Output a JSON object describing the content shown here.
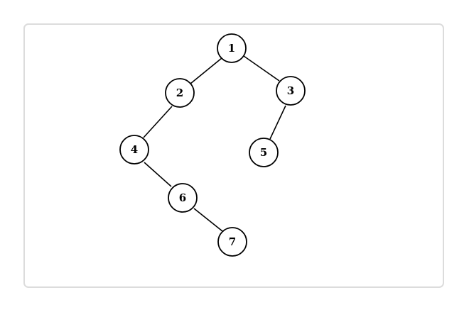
{
  "diagram": {
    "type": "binary-tree",
    "nodes": [
      {
        "id": "n1",
        "label": "1"
      },
      {
        "id": "n2",
        "label": "2"
      },
      {
        "id": "n3",
        "label": "3"
      },
      {
        "id": "n4",
        "label": "4"
      },
      {
        "id": "n5",
        "label": "5"
      },
      {
        "id": "n6",
        "label": "6"
      },
      {
        "id": "n7",
        "label": "7"
      }
    ],
    "edges": [
      {
        "from": "1",
        "to": "2"
      },
      {
        "from": "1",
        "to": "3"
      },
      {
        "from": "2",
        "to": "4"
      },
      {
        "from": "3",
        "to": "5"
      },
      {
        "from": "4",
        "to": "6"
      },
      {
        "from": "6",
        "to": "7"
      }
    ],
    "colors": {
      "stroke": "#000000",
      "node_fill": "#ffffff",
      "frame_border": "#dcdcdc"
    }
  }
}
